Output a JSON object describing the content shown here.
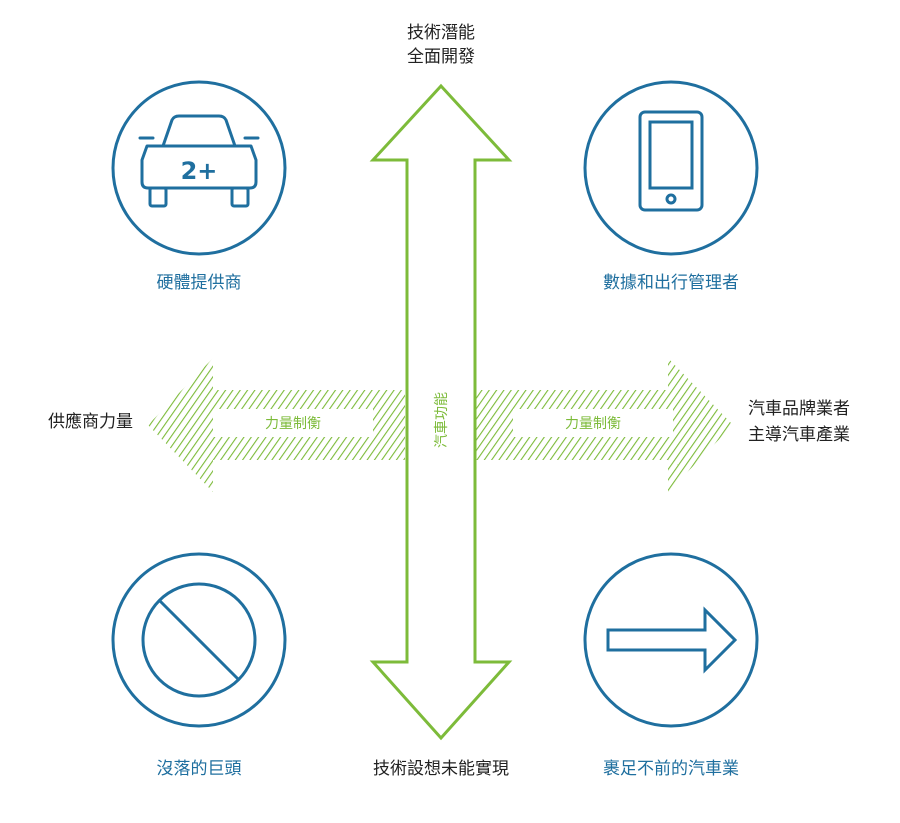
{
  "colors": {
    "blue": "#1f6f9f",
    "green": "#7dbb3a",
    "text_dark": "#222222"
  },
  "vertical_axis": {
    "top_label_line1": "技術潛能",
    "top_label_line2": "全面開發",
    "bottom_label": "技術設想未能實現",
    "axis_label": "汽車功能"
  },
  "horizontal_axis": {
    "left_label": "供應商力量",
    "right_label_line1": "汽車品牌業者",
    "right_label_line2": "主導汽車產業",
    "left_arrow_label": "力量制衡",
    "right_arrow_label": "力量制衡"
  },
  "quadrants": {
    "top_left": {
      "label": "硬體提供商",
      "icon": "car-icon",
      "icon_text": "2+"
    },
    "top_right": {
      "label": "數據和出行管理者",
      "icon": "smartphone-icon"
    },
    "bottom_left": {
      "label": "沒落的巨頭",
      "icon": "prohibited-icon"
    },
    "bottom_right": {
      "label": "裹足不前的汽車業",
      "icon": "right-arrow-icon"
    }
  }
}
